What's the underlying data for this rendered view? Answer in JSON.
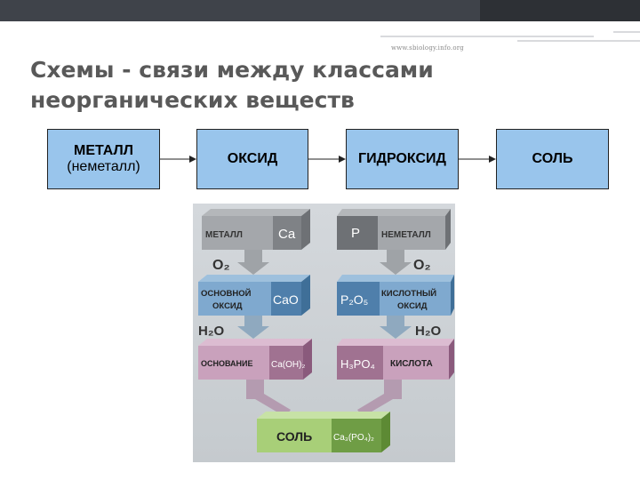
{
  "url": "www.sbiology.info.org",
  "title": {
    "line1": "Схемы - связи между классами",
    "line2": "неорганических веществ"
  },
  "chain": {
    "metal": "МЕТАЛЛ",
    "nonmetal": "(неметалл)",
    "oxide": "ОКСИД",
    "hydroxide": "ГИДРОКСИД",
    "salt": "СОЛЬ"
  },
  "diagram": {
    "metal_label": "МЕТАЛЛ",
    "metal_formula": "Ca",
    "nonmetal_label": "НЕМЕТАЛЛ",
    "nonmetal_formula": "P",
    "o2_left": "O₂",
    "o2_right": "O₂",
    "basic_oxide_1": "ОСНОВНОЙ",
    "basic_oxide_2": "ОКСИД",
    "basic_oxide_formula": "CaO",
    "acid_oxide_1": "КИСЛОТНЫЙ",
    "acid_oxide_2": "ОКСИД",
    "acid_oxide_formula": "P₂O₅",
    "h2o_left": "H₂O",
    "h2o_right": "H₂O",
    "base_label": "ОСНОВАНИЕ",
    "base_formula": "Ca(OH)₂",
    "acid_label": "КИСЛОТА",
    "acid_formula": "H₃PO₄",
    "salt_label": "СОЛЬ",
    "salt_formula": "Ca₃(PO₄)₂"
  },
  "colors": {
    "box_fill": "#99c5ec",
    "gray": "#8c8f93",
    "blue": "#6f9fc8",
    "pink": "#c49ab4",
    "green": "#a8cf78"
  }
}
